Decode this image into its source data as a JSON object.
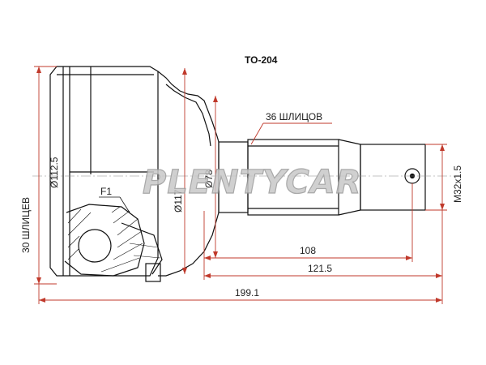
{
  "part_code": "TO-204",
  "watermark": "PLENTYCAR",
  "labels": {
    "outer_splines": "30 ШЛИЦЕВ",
    "outer_diameter": "Ø112.5",
    "inner_splines": "36 ШЛИЦОВ",
    "thread": "M32x1.5",
    "f1": "F1",
    "d117": "Ø117",
    "d78": "Ø78"
  },
  "dimensions": {
    "d108": "108",
    "d121": "121.5",
    "d199": "199.1"
  },
  "colors": {
    "outline": "#111111",
    "dimension": "#c0392b",
    "watermark": "#bdbdbd"
  }
}
